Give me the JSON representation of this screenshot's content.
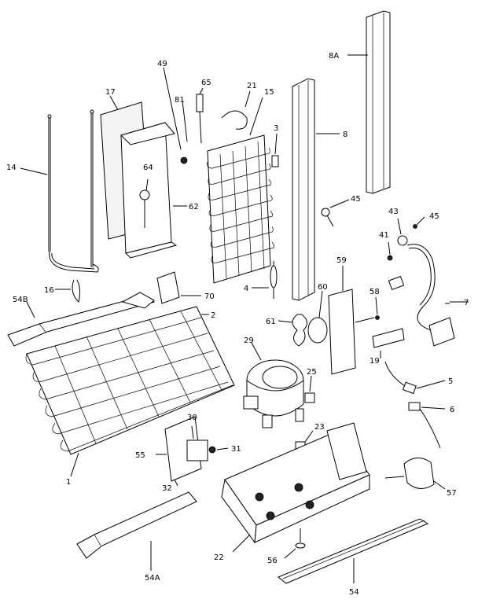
{
  "callouts": [
    {
      "id": "c-8A",
      "label": "8A"
    },
    {
      "id": "c-49",
      "label": "49"
    },
    {
      "id": "c-65",
      "label": "65"
    },
    {
      "id": "c-21",
      "label": "21"
    },
    {
      "id": "c-15",
      "label": "15"
    },
    {
      "id": "c-17",
      "label": "17"
    },
    {
      "id": "c-81",
      "label": "81"
    },
    {
      "id": "c-3",
      "label": "3"
    },
    {
      "id": "c-8",
      "label": "8"
    },
    {
      "id": "c-14",
      "label": "14"
    },
    {
      "id": "c-64",
      "label": "64"
    },
    {
      "id": "c-62",
      "label": "62"
    },
    {
      "id": "c-45a",
      "label": "45"
    },
    {
      "id": "c-43",
      "label": "43"
    },
    {
      "id": "c-45b",
      "label": "45"
    },
    {
      "id": "c-41",
      "label": "41"
    },
    {
      "id": "c-59",
      "label": "59"
    },
    {
      "id": "c-16",
      "label": "16"
    },
    {
      "id": "c-4",
      "label": "4"
    },
    {
      "id": "c-60",
      "label": "60"
    },
    {
      "id": "c-58",
      "label": "58"
    },
    {
      "id": "c-54B",
      "label": "54B"
    },
    {
      "id": "c-70",
      "label": "70"
    },
    {
      "id": "c-7",
      "label": "7"
    },
    {
      "id": "c-2",
      "label": "2"
    },
    {
      "id": "c-61",
      "label": "61"
    },
    {
      "id": "c-29",
      "label": "29"
    },
    {
      "id": "c-19",
      "label": "19"
    },
    {
      "id": "c-25",
      "label": "25"
    },
    {
      "id": "c-5",
      "label": "5"
    },
    {
      "id": "c-6",
      "label": "6"
    },
    {
      "id": "c-30",
      "label": "30"
    },
    {
      "id": "c-23",
      "label": "23"
    },
    {
      "id": "c-31",
      "label": "31"
    },
    {
      "id": "c-55",
      "label": "55"
    },
    {
      "id": "c-1",
      "label": "1"
    },
    {
      "id": "c-32",
      "label": "32"
    },
    {
      "id": "c-57",
      "label": "57"
    },
    {
      "id": "c-22",
      "label": "22"
    },
    {
      "id": "c-56",
      "label": "56"
    },
    {
      "id": "c-54A",
      "label": "54A"
    },
    {
      "id": "c-54",
      "label": "54"
    }
  ]
}
